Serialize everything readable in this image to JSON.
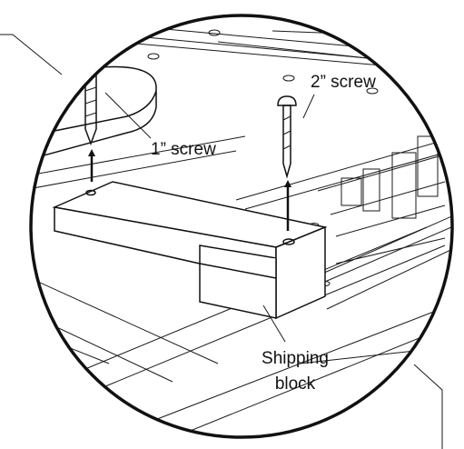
{
  "labels": {
    "screw_1": "1” screw",
    "screw_2": "2” screw",
    "shipping_line1": "Shipping",
    "shipping_line2": "block"
  },
  "colors": {
    "ink": "#111111",
    "paper": "#ffffff"
  }
}
